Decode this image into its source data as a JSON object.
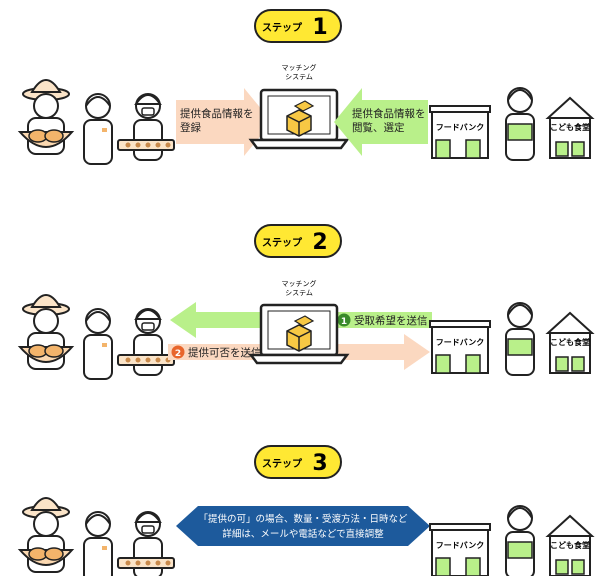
{
  "steps": [
    {
      "label": "ステップ",
      "number": "1",
      "system_label": [
        "マッチング",
        "システム"
      ],
      "left_arrow_text": [
        "提供食品情報を",
        "登録"
      ],
      "right_arrow_text": [
        "提供食品情報を",
        "閲覧、選定"
      ]
    },
    {
      "label": "ステップ",
      "number": "2",
      "system_label": [
        "マッチング",
        "システム"
      ],
      "request_badge": "1",
      "request_text": "受取希望を送信",
      "reply_badge": "2",
      "reply_text": "提供可否を送信"
    },
    {
      "label": "ステップ",
      "number": "3",
      "banner_text": [
        "「提供の可」の場合、数量・受渡方法・日時など",
        "詳細は、メールや電話などで直接調整"
      ]
    }
  ],
  "buildings": {
    "food_bank": "フードバンク",
    "kodomo_shokudo": "こども食堂"
  },
  "colors": {
    "pill": "#ffe833",
    "orange_arrow": "#fbd8c0",
    "green_arrow": "#b9f08a",
    "badge_green": "#3a8a2a",
    "badge_orange": "#e8652b",
    "banner": "#1d5a9c",
    "line": "#222222"
  }
}
